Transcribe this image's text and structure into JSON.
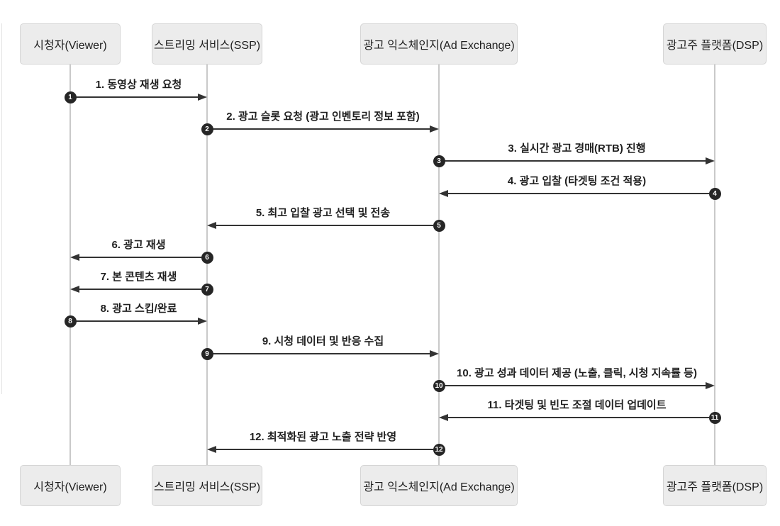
{
  "diagram": {
    "type": "sequence",
    "actors": [
      {
        "id": "viewer",
        "label": "시청자(Viewer)"
      },
      {
        "id": "ssp",
        "label": "스트리밍 서비스(SSP)"
      },
      {
        "id": "adexchange",
        "label": "광고 익스체인지(Ad Exchange)"
      },
      {
        "id": "dsp",
        "label": "광고주 플랫폼(DSP)"
      }
    ],
    "messages": [
      {
        "num": "1",
        "from": "viewer",
        "to": "ssp",
        "label": "1. 동영상 재생 요청"
      },
      {
        "num": "2",
        "from": "ssp",
        "to": "adexchange",
        "label": "2. 광고 슬롯 요청 (광고 인벤토리 정보 포함)"
      },
      {
        "num": "3",
        "from": "adexchange",
        "to": "dsp",
        "label": "3. 실시간 광고 경매(RTB) 진행"
      },
      {
        "num": "4",
        "from": "dsp",
        "to": "adexchange",
        "label": "4. 광고 입찰 (타겟팅 조건 적용)"
      },
      {
        "num": "5",
        "from": "adexchange",
        "to": "ssp",
        "label": "5. 최고 입찰 광고 선택 및 전송"
      },
      {
        "num": "6",
        "from": "ssp",
        "to": "viewer",
        "label": "6. 광고 재생"
      },
      {
        "num": "7",
        "from": "ssp",
        "to": "viewer",
        "label": "7. 본 콘텐츠 재생"
      },
      {
        "num": "8",
        "from": "viewer",
        "to": "ssp",
        "label": "8. 광고 스킵/완료"
      },
      {
        "num": "9",
        "from": "ssp",
        "to": "adexchange",
        "label": "9. 시청 데이터 및 반응 수집"
      },
      {
        "num": "10",
        "from": "adexchange",
        "to": "dsp",
        "label": "10. 광고 성과 데이터 제공 (노출, 클릭, 시청 지속률 등)"
      },
      {
        "num": "11",
        "from": "dsp",
        "to": "adexchange",
        "label": "11. 타겟팅 및 빈도 조절 데이터 업데이트"
      },
      {
        "num": "12",
        "from": "adexchange",
        "to": "ssp",
        "label": "12. 최적화된 광고 노출 전략 반영"
      }
    ],
    "colors": {
      "background": "#ffffff",
      "actor_fill": "#ececec",
      "actor_border": "#d5d5d5",
      "lifeline": "#c9c9c9",
      "arrow": "#333333",
      "badge_bg": "#262626",
      "badge_text": "#ffffff",
      "text": "#1f1f1f"
    }
  }
}
